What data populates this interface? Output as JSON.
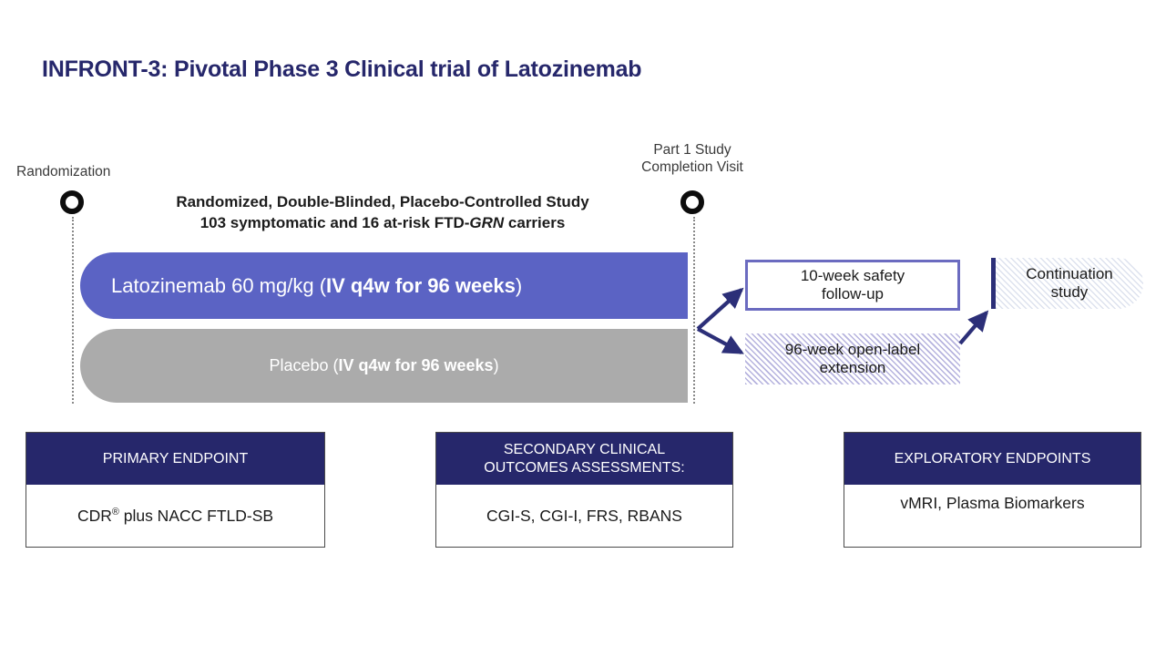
{
  "slide": {
    "title": "INFRONT-3: Pivotal Phase 3 Clinical trial of Latozinemab",
    "background": "#ffffff"
  },
  "colors": {
    "title_navy": "#26276B",
    "treatment_blue": "#5B63C4",
    "placebo_gray": "#ABABAB",
    "header_navy": "#26276B",
    "safety_border_purple": "#6B6BC0",
    "arrow_navy": "#2C2F78",
    "ole_hatch_purple": "#b6b3de",
    "continuation_hatch": "#dde2ee",
    "marker_ring_black": "#0d0d0d",
    "dotted_line_gray": "#8a8a8a"
  },
  "timeline": {
    "left_marker": {
      "label": "Randomization",
      "icon": "ring-marker"
    },
    "right_marker": {
      "label_line1": "Part 1 Study",
      "label_line2": "Completion Visit",
      "icon": "ring-marker"
    }
  },
  "study_description": {
    "line1": "Randomized, Double-Blinded, Placebo-Controlled Study",
    "line2_prefix": "103 symptomatic and 16 at-risk FTD-",
    "line2_italic": "GRN",
    "line2_suffix": " carriers"
  },
  "arms": [
    {
      "id": "treatment",
      "label_plain": "Latozinemab 60 mg/kg (",
      "label_bold": "IV q4w for 96 weeks",
      "label_tail": ")",
      "color": "#5B63C4"
    },
    {
      "id": "placebo",
      "label_plain": "Placebo  (",
      "label_bold": "IV q4w for 96 weeks",
      "label_tail": ")",
      "color": "#ABABAB"
    }
  ],
  "followups": {
    "safety": {
      "line1": "10-week safety",
      "line2": "follow-up"
    },
    "open_label_extension": {
      "line1": "96-week open-label",
      "line2": "extension"
    },
    "continuation": {
      "line1": "Continuation",
      "line2": "study"
    }
  },
  "endpoints": [
    {
      "id": "primary",
      "header": "PRIMARY ENDPOINT",
      "body_prefix": "CDR",
      "body_sup": "®",
      "body_suffix": " plus NACC FTLD-SB"
    },
    {
      "id": "secondary",
      "header_line1": "SECONDARY  CLINICAL",
      "header_line2": "OUTCOMES ASSESSMENTS:",
      "body": "CGI-S, CGI-I, FRS, RBANS"
    },
    {
      "id": "exploratory",
      "header": "EXPLORATORY ENDPOINTS",
      "body": "vMRI, Plasma Biomarkers"
    }
  ]
}
